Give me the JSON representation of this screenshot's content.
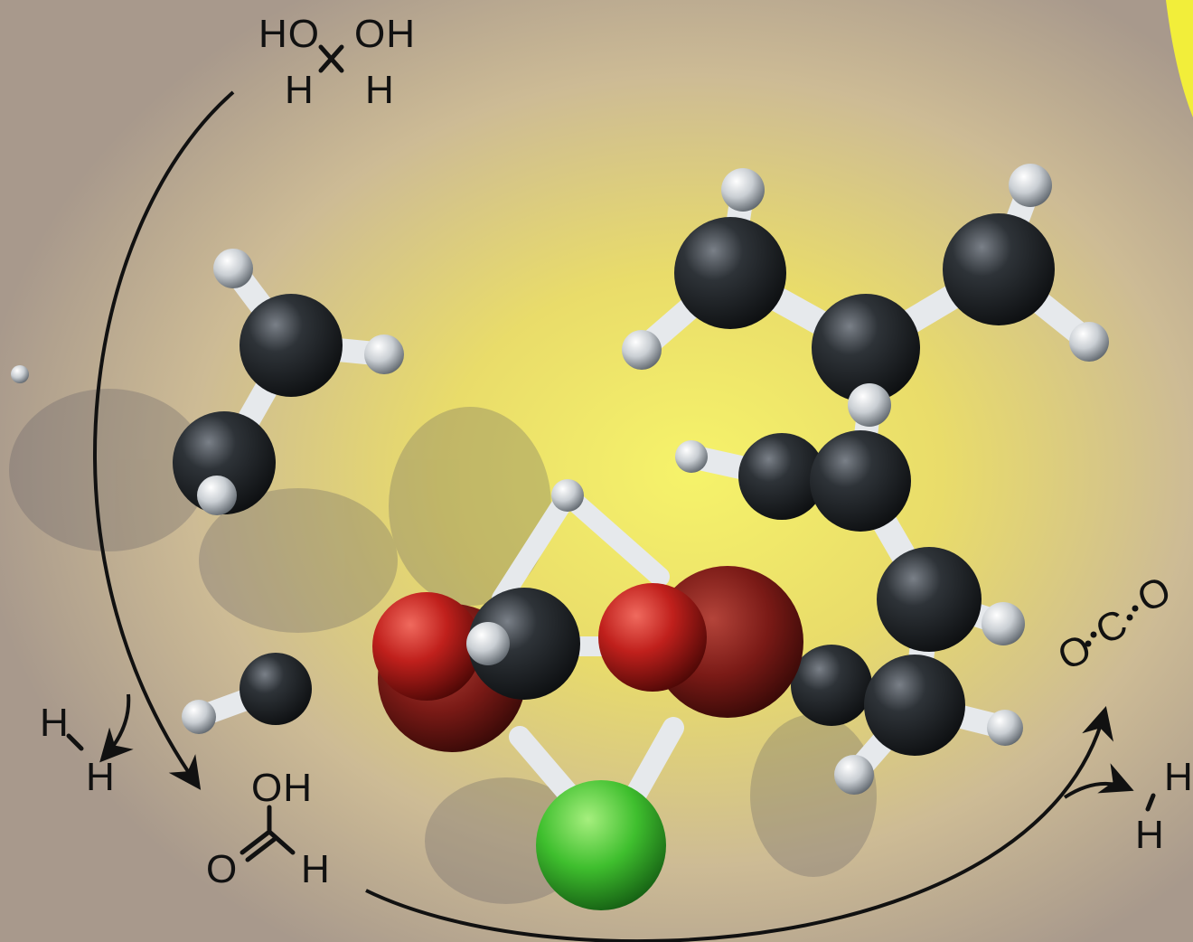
{
  "colors": {
    "background": "#b9a896",
    "glow": "#f3ef6a",
    "carbon": "#2b2f33",
    "hydrogen": "#e8ecef",
    "oxygen": "#c0201c",
    "metal": "#7a1a16",
    "chloride": "#3fbf2e",
    "ink": "#111111"
  },
  "labels": {
    "methanediol": {
      "ho": "HO",
      "oh": "OH",
      "h_left": "H",
      "h_right": "H"
    },
    "hydrogen_left": {
      "h_top": "H",
      "h_bottom": "H"
    },
    "formic_acid": {
      "oh": "OH",
      "o": "O",
      "h": "H"
    },
    "carbon_dioxide": {
      "o_left": "O",
      "c": "C",
      "o_right": "O"
    },
    "hydrogen_right": {
      "h_top": "H",
      "h_bottom": "H"
    }
  }
}
